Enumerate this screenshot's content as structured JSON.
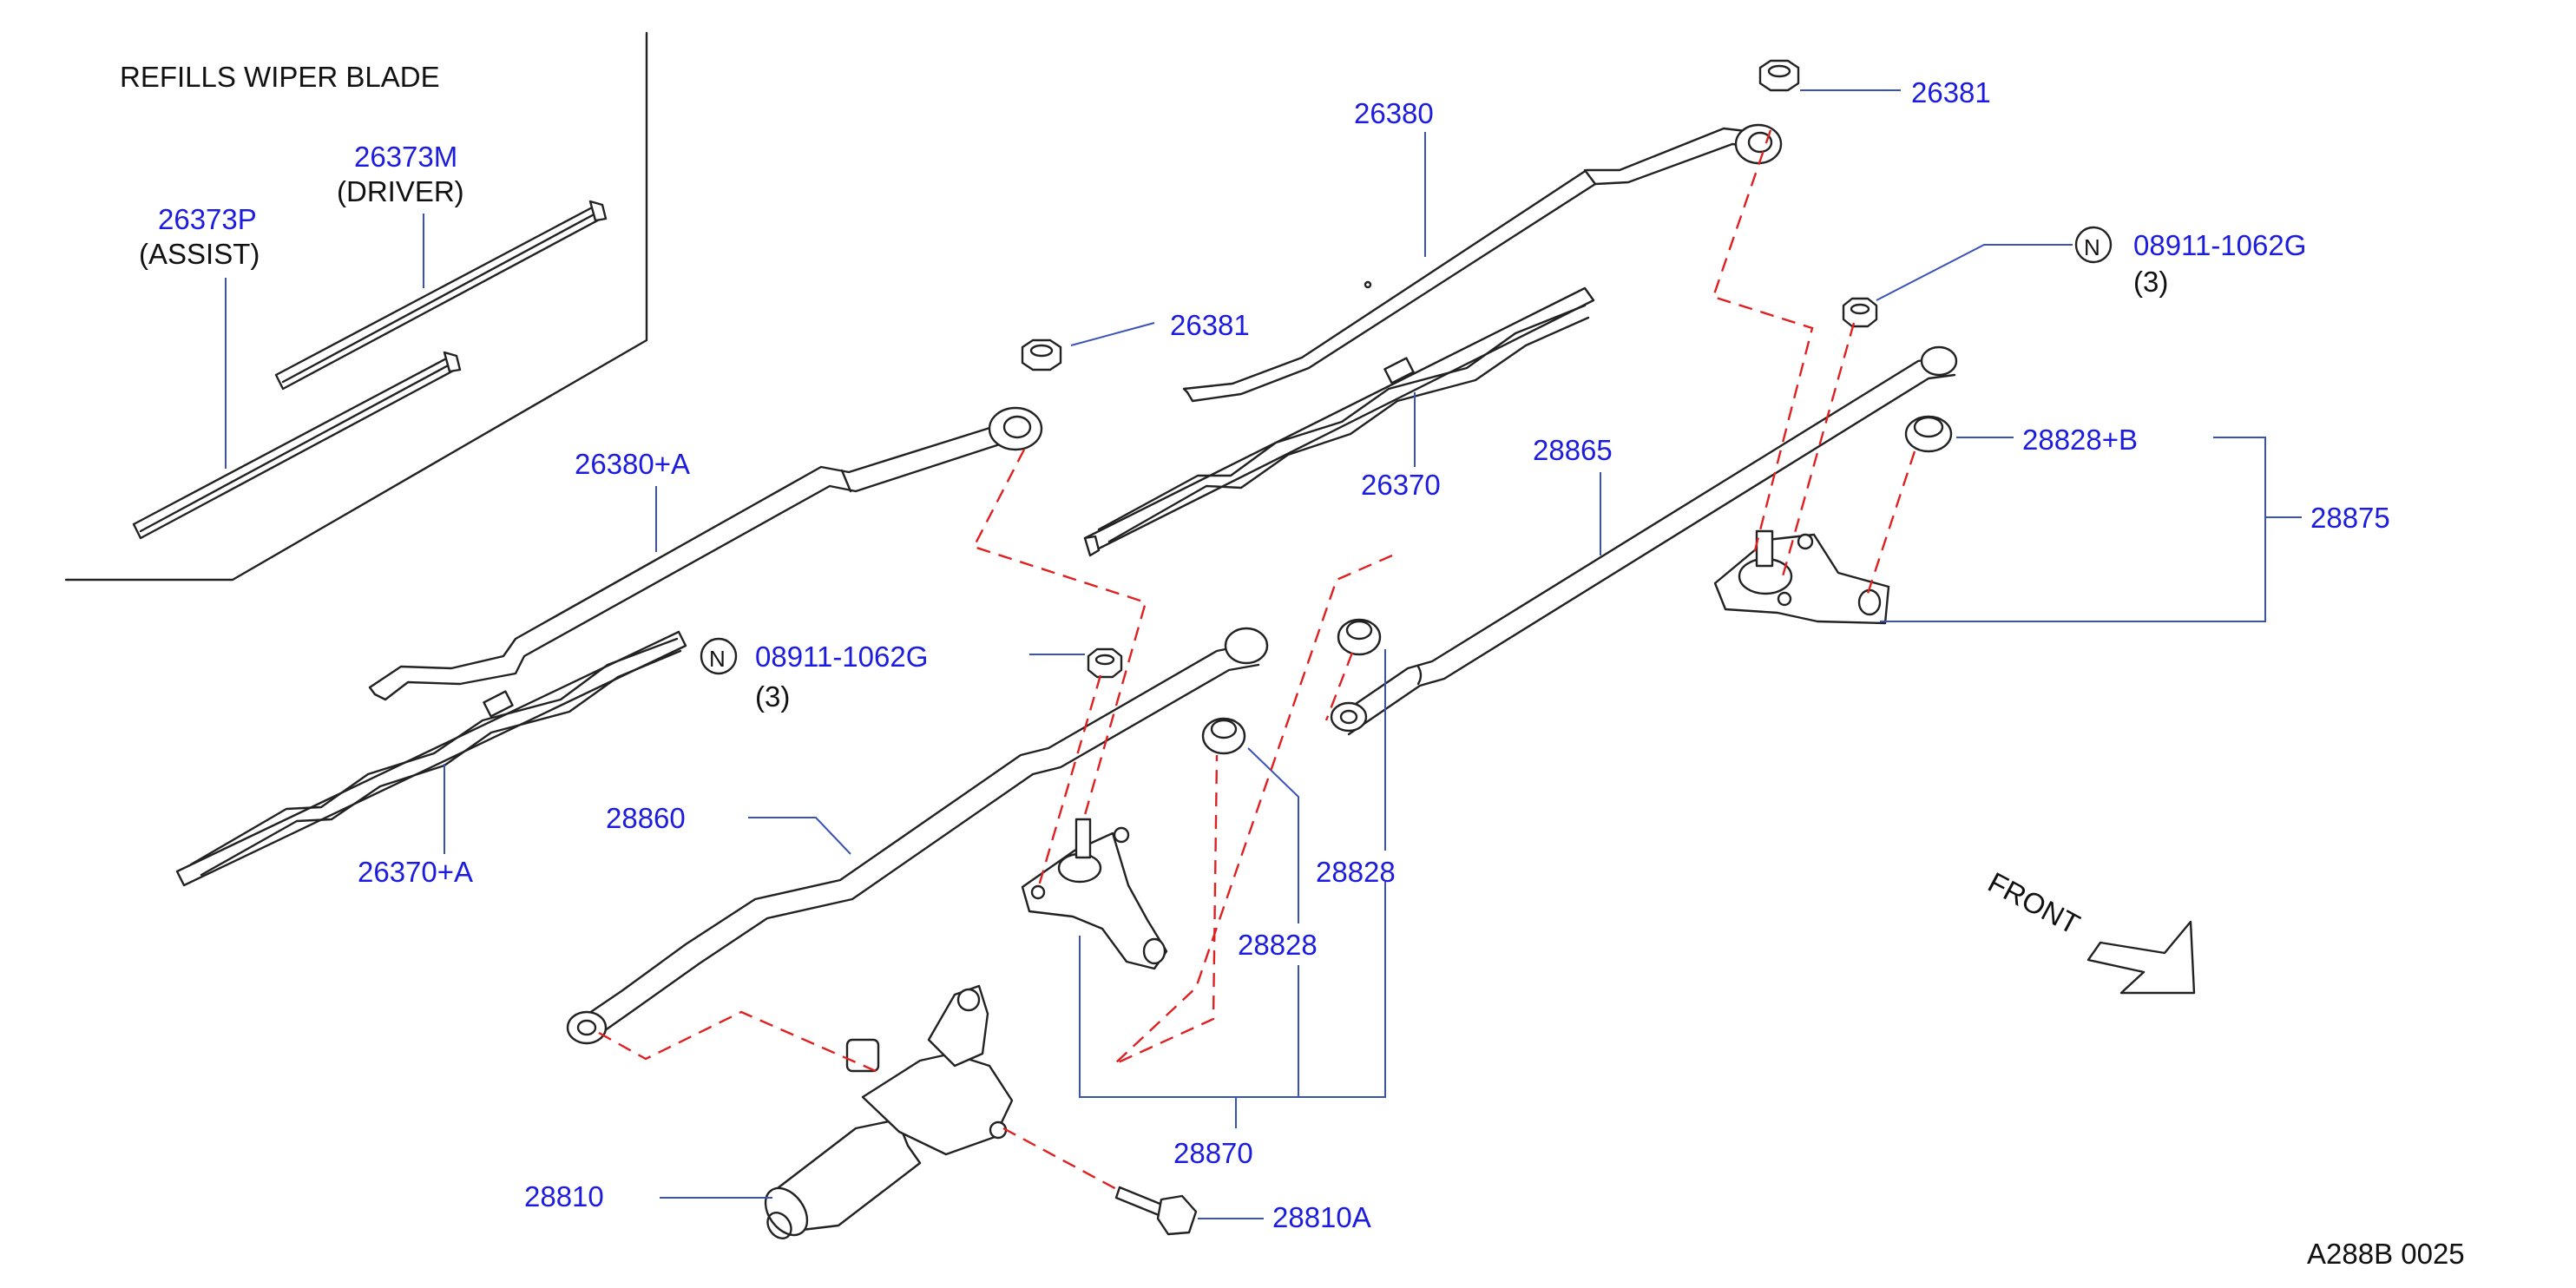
{
  "inset": {
    "title": "REFILLS  WIPER  BLADE",
    "driver_part": "26373M",
    "driver_note": "(DRIVER)",
    "assist_part": "26373P",
    "assist_note": "(ASSIST)"
  },
  "labels": {
    "p26380": "26380",
    "p26381_top": "26381",
    "p26381_mid": "26381",
    "p08911_right": "08911-1062G",
    "p08911_right_qty": "(3)",
    "p08911_left": "08911-1062G",
    "p08911_left_qty": "(3)",
    "p26380A": "26380+A",
    "p26370": "26370",
    "p28865": "28865",
    "p28828B": "28828+B",
    "p28875": "28875",
    "p26370A": "26370+A",
    "p28860": "28860",
    "p28828_a": "28828",
    "p28828_b": "28828",
    "p28870": "28870",
    "p28810": "28810",
    "p28810A": "28810A",
    "front": "FRONT",
    "ref_code": "A288B   0025",
    "n_mark": "N"
  },
  "icons": {
    "front_arrow": "front-arrow-icon",
    "n_circle": "n-circle-icon"
  },
  "colors": {
    "label_blue": "#1c1ce0",
    "leader_blue": "#3a52b8",
    "dashed_red": "#e02020",
    "line_black": "#222222"
  }
}
